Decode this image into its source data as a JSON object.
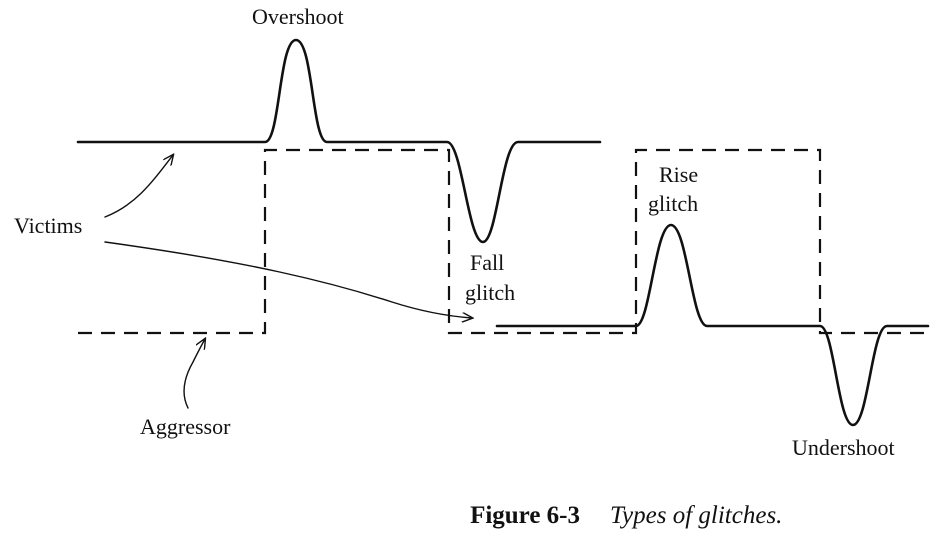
{
  "labels": {
    "overshoot": "Overshoot",
    "victims": "Victims",
    "aggressor": "Aggressor",
    "fall_line1": "Fall",
    "fall_line2": "glitch",
    "rise_line1": "Rise",
    "rise_line2": "glitch",
    "undershoot": "Undershoot"
  },
  "caption": {
    "number": "Figure 6-3",
    "text": "Types of glitches."
  }
}
